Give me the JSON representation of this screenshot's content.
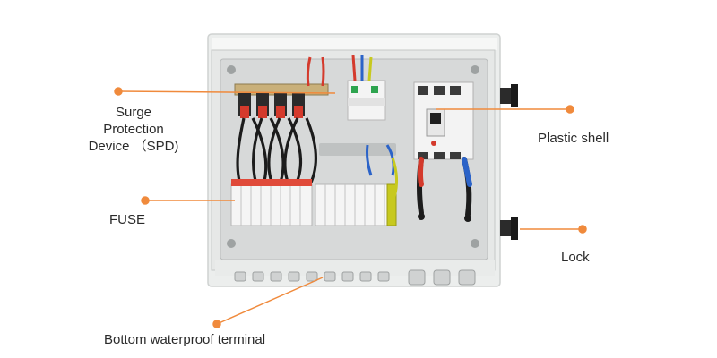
{
  "labels": {
    "spd": [
      "Surge",
      "Protection",
      "Device （SPD)"
    ],
    "fuse": "FUSE",
    "plastic_shell": "Plastic shell",
    "lock": "Lock",
    "bottom_terminal": "Bottom waterproof terminal"
  },
  "colors": {
    "callout": "#f08a3c",
    "enclosure": "#f1f2f1",
    "backplate": "#d6d8d8",
    "wire_red": "#d43a2c",
    "wire_black": "#1c1c1c",
    "wire_blue": "#2b63c8",
    "wire_green_yellow": "#c7c91e"
  }
}
